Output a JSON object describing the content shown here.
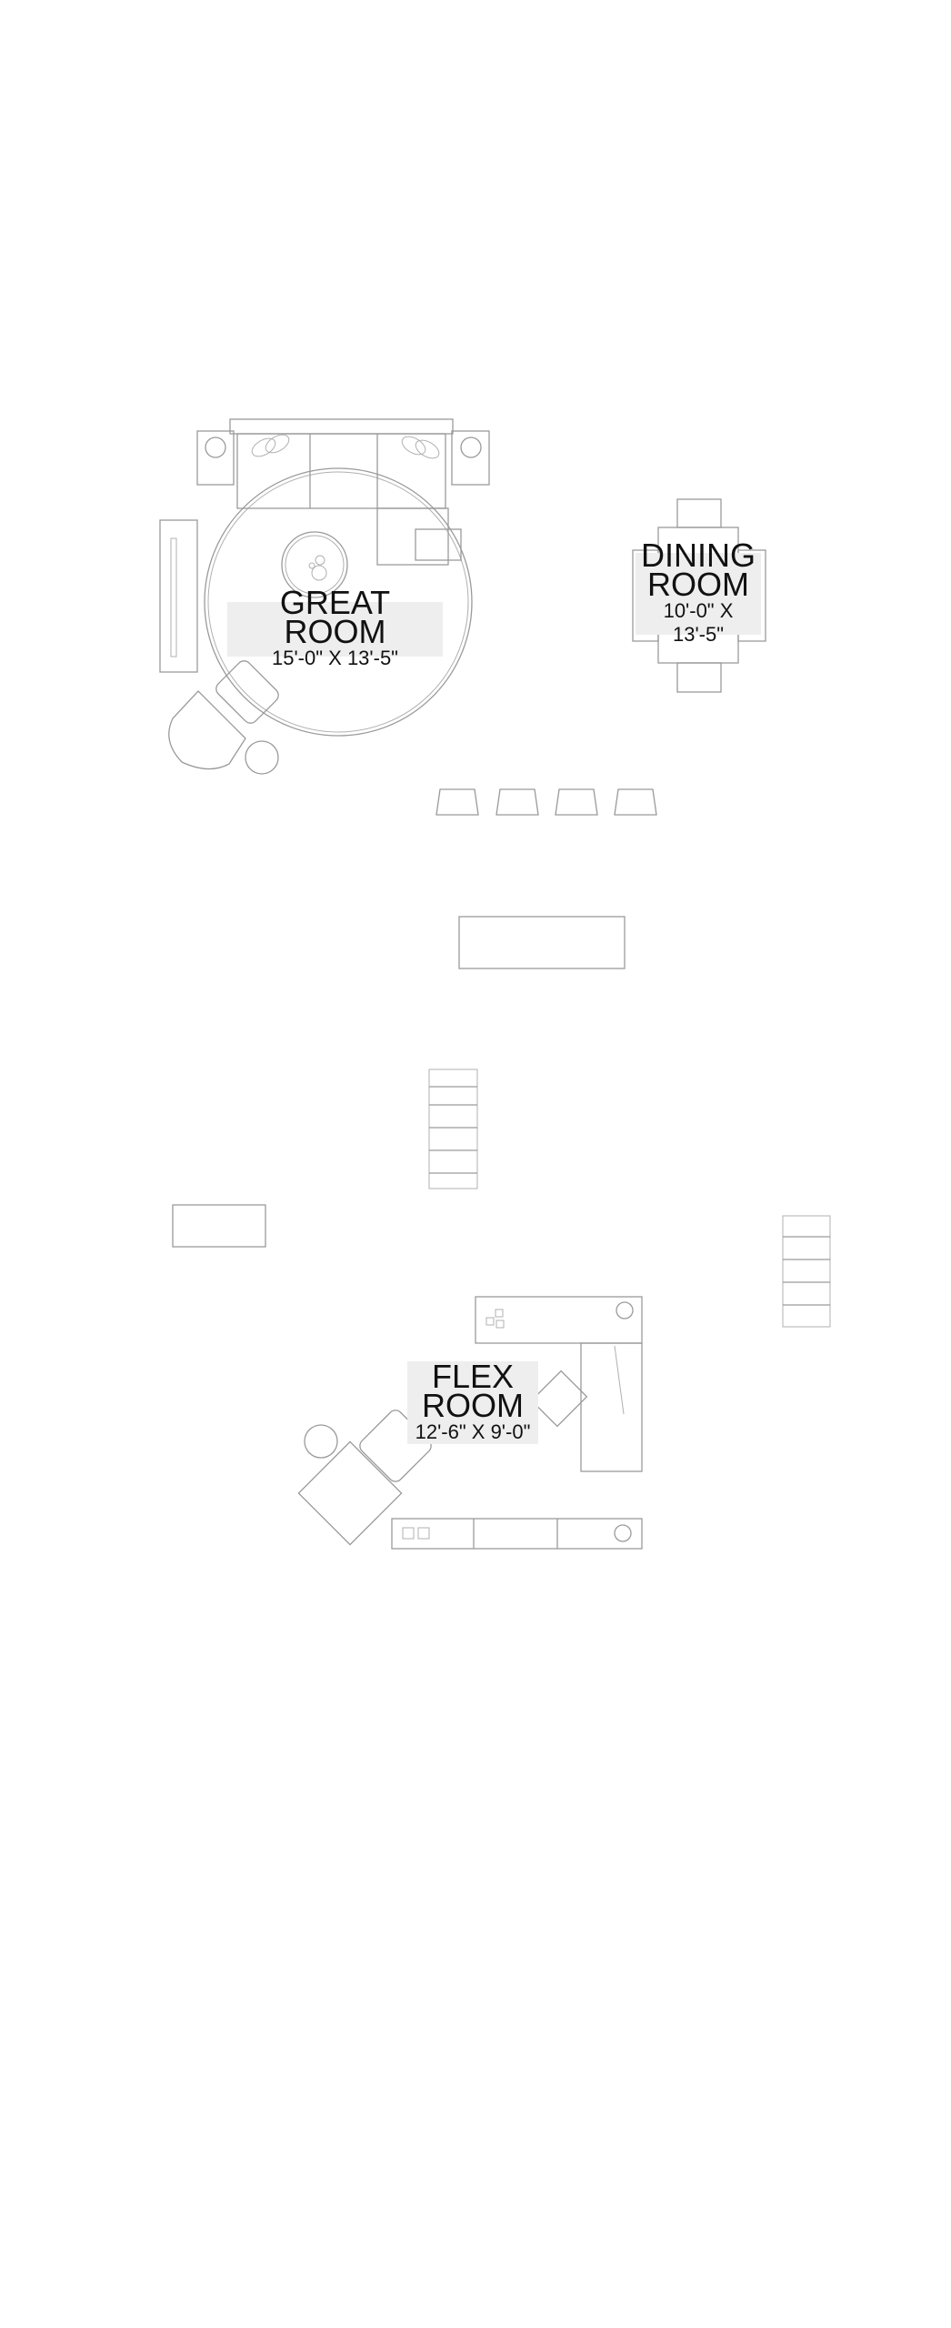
{
  "rooms": {
    "great_room": {
      "name": "GREAT ROOM",
      "dimensions": "15'-0\" X 13'-5\""
    },
    "dining_room": {
      "name_line1": "DINING",
      "name_line2": "ROOM",
      "dimensions": "10'-0\" X 13'-5\""
    },
    "flex_room": {
      "name_line1": "FLEX",
      "name_line2": "ROOM",
      "dimensions": "12'-6\" X 9'-0\""
    }
  },
  "colors": {
    "line": "#9a9a9a",
    "label_bg": "#eeeeee",
    "text": "#111111"
  }
}
